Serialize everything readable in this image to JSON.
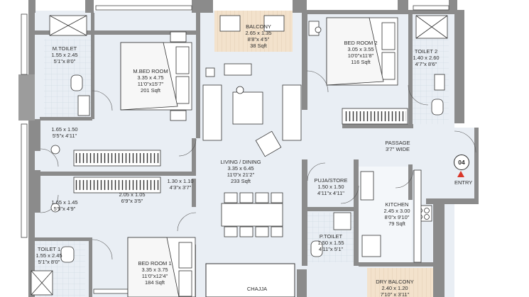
{
  "rooms": {
    "m_toilet": {
      "name": "M.TOILET",
      "dim": "1.55 x 2.45",
      "imp": "5'1\"x 8'0\""
    },
    "m_bed": {
      "name": "M.BED ROOM",
      "dim": "3.35 x 4.75",
      "imp": "11'0\"x15'7\"",
      "area": "201 Sqft"
    },
    "balcony": {
      "name": "BALCONY",
      "dim": "2.65 x 1.35",
      "imp": "8'8\"x 4'5\"",
      "area": "38 Sqft"
    },
    "bed2": {
      "name": "BED ROOM 2",
      "dim": "3.05 x 3.55",
      "imp": "10'0\"x11'8\"",
      "area": "116 Sqft"
    },
    "toilet2": {
      "name": "TOILET 2",
      "dim": "1.40 x 2.60",
      "imp": "4'7\"x 8'6\""
    },
    "closet_a": {
      "dim": "1.65 x 1.50",
      "imp": "5'5\"x 4'11\""
    },
    "closet_b": {
      "dim": "1.65 x 1.45",
      "imp": "5'5\"x 4'9\""
    },
    "lobby_a": {
      "dim": "1.30 x 1.10",
      "imp": "4'3\"x 3'7\""
    },
    "lobby_b": {
      "dim": "2.05 x 1.05",
      "imp": "6'9\"x 3'5\""
    },
    "living": {
      "name": "LIVING / DINING",
      "dim": "3.35 x 6.45",
      "imp": "11'0\"x 21'2\"",
      "area": "233 Sqft"
    },
    "passage": {
      "name": "PASSAGE",
      "note": "3'7\" WIDE"
    },
    "puja": {
      "name": "PUJA/STORE",
      "dim": "1.50 x 1.50",
      "imp": "4'11\"x 4'11\""
    },
    "kitchen": {
      "name": "KITCHEN",
      "dim": "2.45 x 3.00",
      "imp": "8'0\"x 9'10\"",
      "area": "79 Sqft"
    },
    "p_toilet": {
      "name": "P.TOILET",
      "dim": "1.50 x 1.55",
      "imp": "4'11\"x 5'1\""
    },
    "toilet1": {
      "name": "TOILET 1",
      "dim": "1.55 x 2.45",
      "imp": "5'1\"x 8'0\""
    },
    "bed1": {
      "name": "BED ROOM 1",
      "dim": "3.35 x 3.75",
      "imp": "11'0\"x12'4\"",
      "area": "184 Sqft"
    },
    "chajja": {
      "name": "CHAJJA"
    },
    "dry_balcony": {
      "name": "DRY BALCONY",
      "dim": "2.40 x 1.20",
      "imp": "7'10\" x 3'11\""
    }
  },
  "entry": {
    "badge": "04",
    "label": "ENTRY"
  },
  "colors": {
    "wall": "#8b8b8b",
    "floor": "#e9eef4",
    "tile": "#f4f7fa",
    "balcony": "#f3e2cc",
    "line": "#333333",
    "entry": "#d9372a"
  }
}
